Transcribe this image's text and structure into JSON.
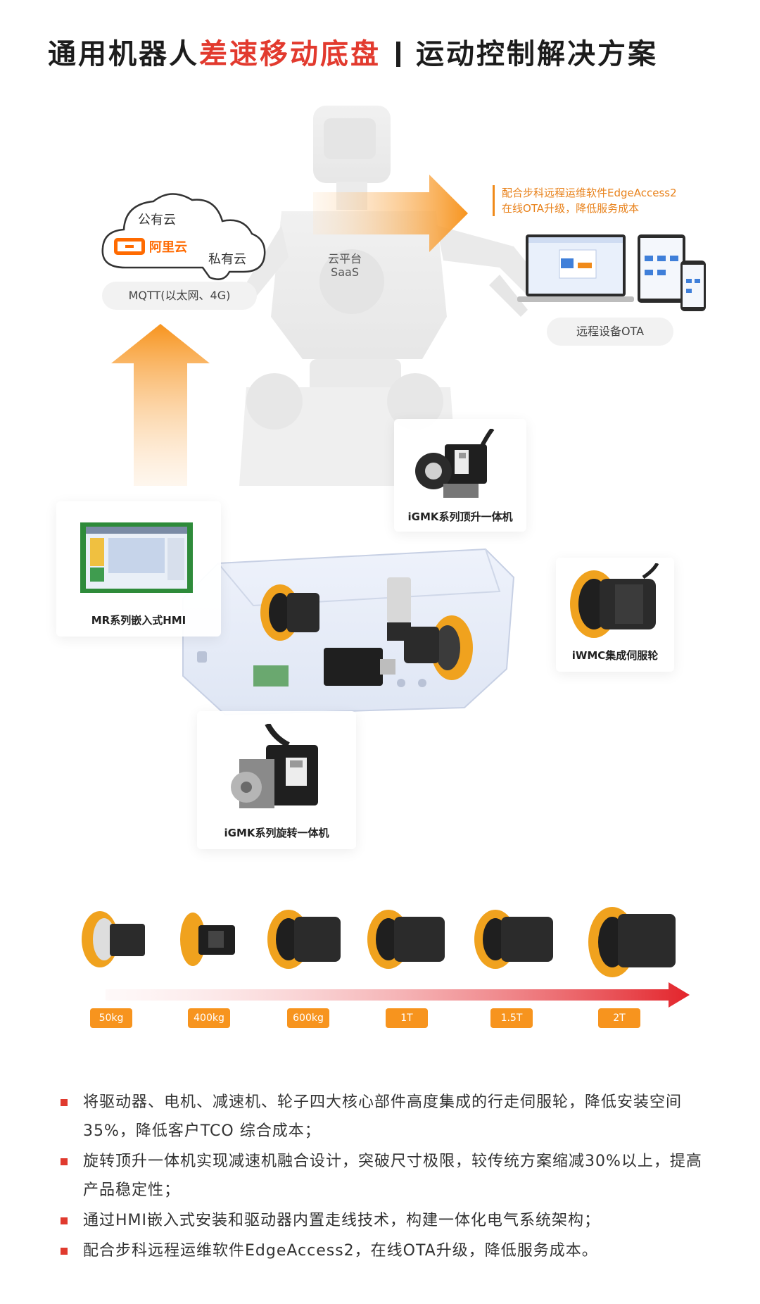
{
  "title": {
    "part1": "通用机器人",
    "accent": "差速移动底盘",
    "part2": "运动控制解决方案"
  },
  "cloud": {
    "public": "公有云",
    "private": "私有云",
    "aliyun": "阿里云",
    "mqtt": "MQTT(以太网、4G)"
  },
  "saas": {
    "line1": "云平台",
    "line2": "SaaS"
  },
  "ota": {
    "note_line1": "配合步科远程运维软件EdgeAccess2",
    "note_line2": "在线OTA升级，降低服务成本",
    "device_label": "远程设备OTA"
  },
  "products": {
    "lift": "iGMK系列顶升一体机",
    "hmi": "MR系列嵌入式HMI",
    "wheel": "iWMC集成伺服轮",
    "rotary": "iGMK系列旋转一体机"
  },
  "weights": [
    "50kg",
    "400kg",
    "600kg",
    "1T",
    "1.5T",
    "2T"
  ],
  "bullets": [
    "将驱动器、电机、减速机、轮子四大核心部件高度集成的行走伺服轮，降低安装空间35%，降低客户TCO 综合成本；",
    "旋转顶升一体机实现减速机融合设计，突破尺寸极限，较传统方案缩减30%以上，提高产品稳定性；",
    "通过HMI嵌入式安装和驱动器内置走线技术，构建一体化电气系统架构；",
    "配合步科远程运维软件EdgeAccess2，在线OTA升级，降低服务成本。"
  ],
  "colors": {
    "accent_red": "#e23a2e",
    "orange": "#f7941e",
    "aliyun_orange": "#ff6a00"
  }
}
